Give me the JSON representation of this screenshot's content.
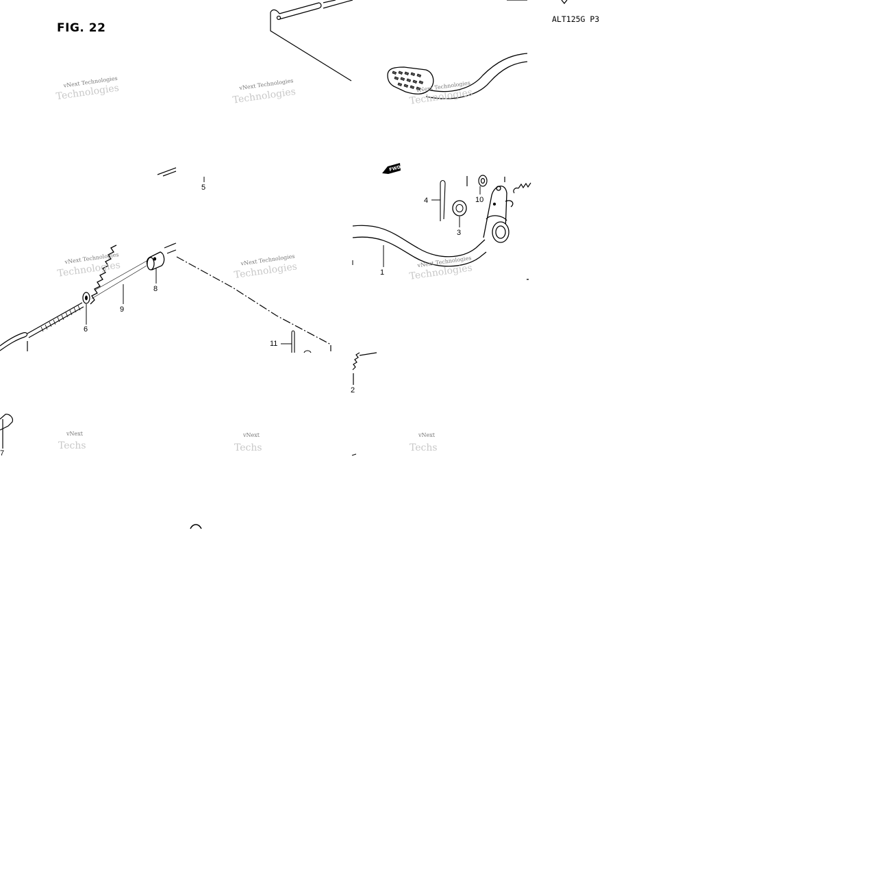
{
  "figure": {
    "title": "FIG. 22",
    "code": "ALT125G P3"
  },
  "callouts": {
    "c1": "1",
    "c2": "2",
    "c3": "3",
    "c4": "4",
    "c5": "5",
    "c6": "6",
    "c7": "7",
    "c8": "8",
    "c9": "9",
    "c10": "10",
    "c11": "11"
  },
  "watermark": {
    "line1": "vNext Technologies",
    "line2": "Technologies"
  },
  "fwd_badge": "FWD"
}
